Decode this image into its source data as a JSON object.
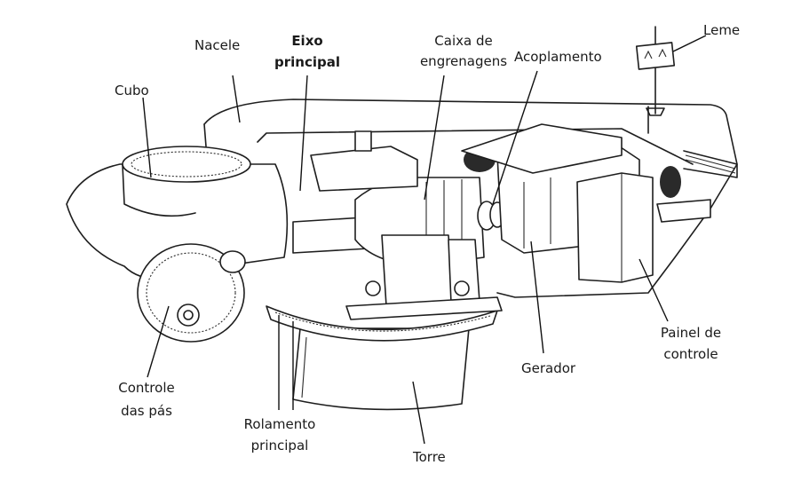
{
  "labels": {
    "nacele": "Nacele",
    "eixo_line1": "Eixo",
    "eixo_line2": "principal",
    "caixa_line1": "Caixa de",
    "caixa_line2": "engrenagens",
    "acoplamento": "Acoplamento",
    "leme": "Leme",
    "cubo": "Cubo",
    "controle_pas_line1": "Controle",
    "controle_pas_line2": "das pás",
    "rolamento_line1": "Rolamento",
    "rolamento_line2": "principal",
    "torre": "Torre",
    "gerador": "Gerador",
    "painel_line1": "Painel de",
    "painel_line2": "controle"
  }
}
